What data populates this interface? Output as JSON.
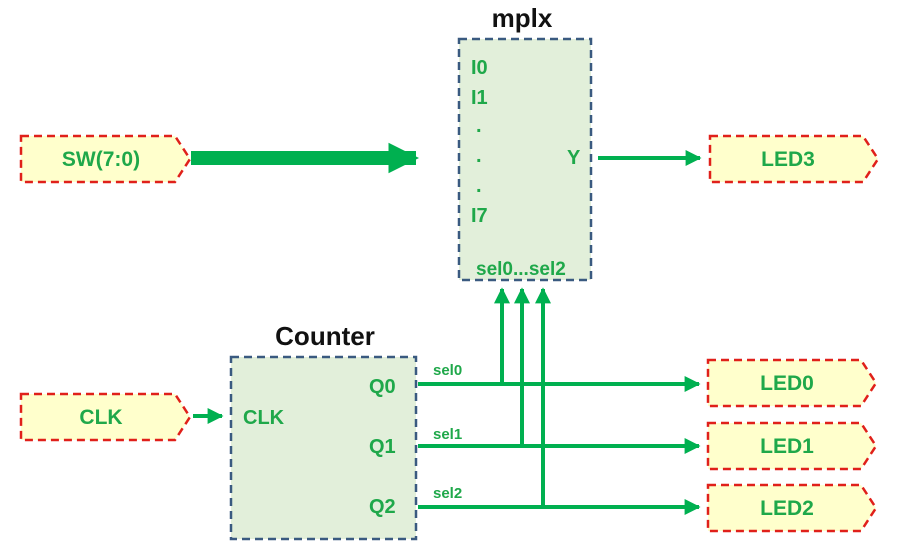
{
  "colors": {
    "wire": "#00b050",
    "label_text": "#1fa84a",
    "title_text": "#111111",
    "block_fill": "#e2efda",
    "block_border": "#3a5a80",
    "port_fill": "#ffffcc",
    "port_border": "#e0201a"
  },
  "ports": {
    "sw": "SW(7:0)",
    "clk": "CLK",
    "led3": "LED3",
    "led0": "LED0",
    "led1": "LED1",
    "led2": "LED2"
  },
  "mplx": {
    "title": "mplx",
    "in0": "I0",
    "in1": "I1",
    "dot1": ".",
    "dot2": ".",
    "dot3": ".",
    "in7": "I7",
    "out": "Y",
    "sel": "sel0...sel2"
  },
  "counter": {
    "title": "Counter",
    "clk": "CLK",
    "q0": "Q0",
    "q1": "Q1",
    "q2": "Q2"
  },
  "wires": {
    "sel0": "sel0",
    "sel1": "sel1",
    "sel2": "sel2"
  }
}
